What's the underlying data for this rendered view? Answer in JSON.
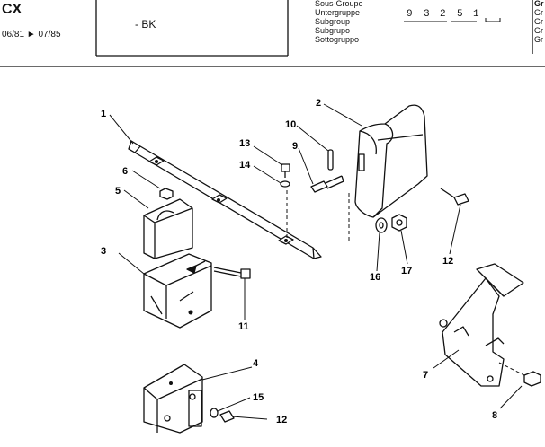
{
  "header": {
    "model": "CX",
    "years": "06/81 ► 07/85",
    "box_code": "- BK",
    "subgroup_labels": [
      "Sous-Groupe",
      "Untergruppe",
      "Subgroup",
      "Subgrupo",
      "Sottogruppo"
    ],
    "subgroup_digits": [
      "9",
      "3",
      "2",
      "5",
      "1"
    ],
    "group_labels": [
      "Gr",
      "Gr",
      "Gr",
      "Gr",
      "Gr"
    ]
  },
  "callouts": [
    "1",
    "2",
    "3",
    "4",
    "5",
    "6",
    "7",
    "8",
    "9",
    "10",
    "11",
    "12",
    "12",
    "13",
    "14",
    "15",
    "16",
    "17"
  ]
}
